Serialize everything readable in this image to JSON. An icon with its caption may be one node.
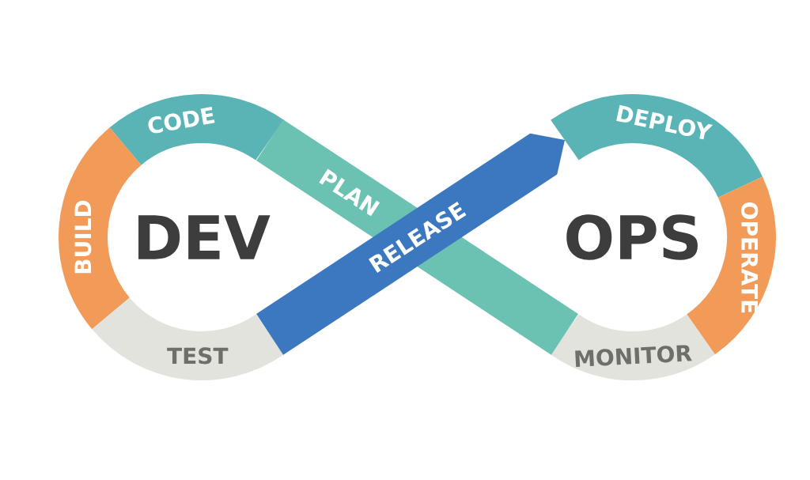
{
  "diagram": {
    "nodes": [
      {
        "text": [
          "CODE"
        ]
      },
      {
        "text": [
          "DEPLOY"
        ]
      },
      {
        "text": [
          "PLAN"
        ]
      },
      {
        "text": [
          "BUILD"
        ]
      },
      {
        "text": [
          "RELEASE"
        ]
      },
      {
        "text": [
          "OPERATE"
        ]
      },
      {
        "text": [
          "TEST"
        ]
      },
      {
        "text": [
          "MONITOR"
        ]
      }
    ],
    "labels": [
      "DEV",
      "OPS"
    ]
  }
}
